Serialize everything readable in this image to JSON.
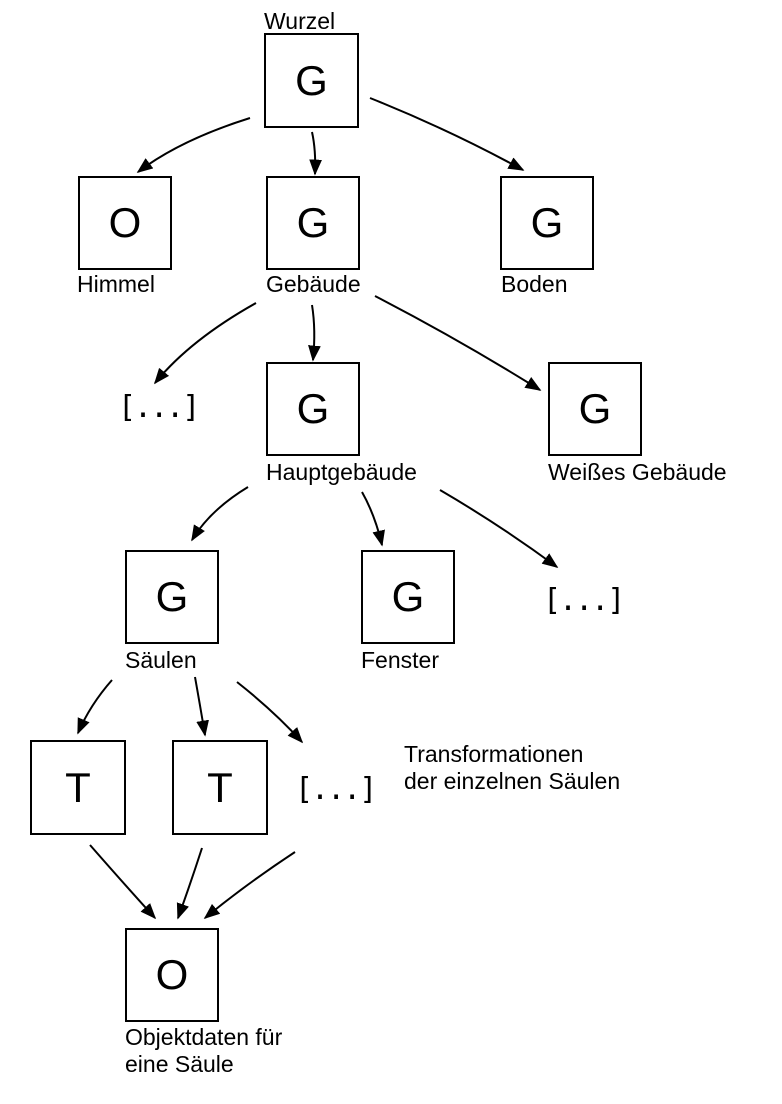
{
  "nodes": {
    "root": {
      "letter": "G",
      "label": "Wurzel"
    },
    "himmel": {
      "letter": "O",
      "label": "Himmel"
    },
    "gebaeude": {
      "letter": "G",
      "label": "Gebäude"
    },
    "boden": {
      "letter": "G",
      "label": "Boden"
    },
    "hauptgebaeude": {
      "letter": "G",
      "label": "Hauptgebäude"
    },
    "weisses": {
      "letter": "G",
      "label": "Weißes Gebäude"
    },
    "saeulen": {
      "letter": "G",
      "label": "Säulen"
    },
    "fenster": {
      "letter": "G",
      "label": "Fenster"
    },
    "t1": {
      "letter": "T"
    },
    "t2": {
      "letter": "T"
    },
    "objekt": {
      "letter": "O",
      "label_line1": "Objektdaten für",
      "label_line2": "eine Säule"
    }
  },
  "ellipsis": "[...]",
  "annotation": {
    "line1": "Transformationen",
    "line2": "der einzelnen Säulen"
  }
}
